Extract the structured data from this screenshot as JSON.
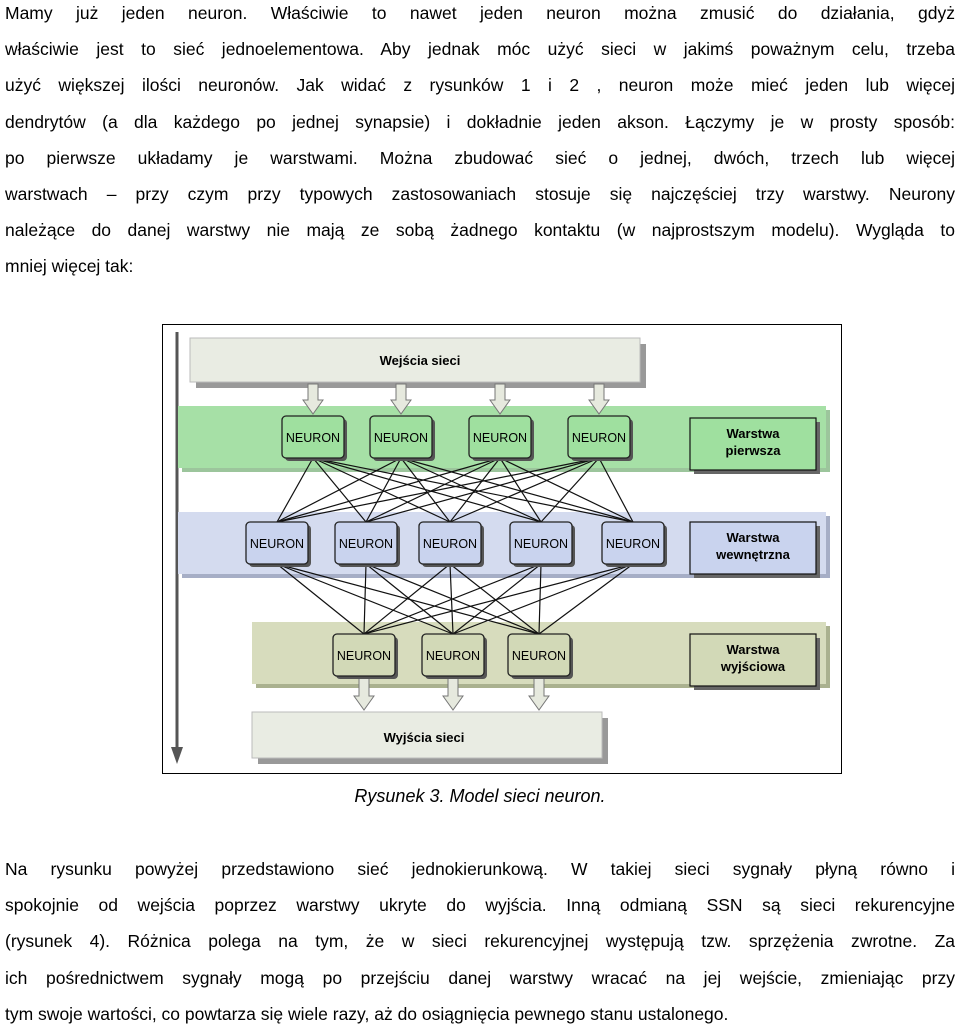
{
  "paragraph1": {
    "lines": [
      "Mamy już jeden neuron. Właściwie to nawet jeden neuron można zmusić do działania, gdyż",
      "właściwie jest to sieć jednoelementowa. Aby jednak móc użyć sieci w jakimś poważnym celu, trzeba",
      "użyć większej ilości neuronów. Jak widać z rysunków 1 i 2 , neuron może mieć jeden lub więcej",
      "dendrytów (a dla każdego po jednej synapsie) i dokładnie jeden akson. Łączymy je w prosty sposób:",
      "po pierwsze układamy je warstwami. Można zbudować sieć o jednej, dwóch, trzech lub więcej",
      "warstwach – przy czym przy typowych zastosowaniach stosuje się najczęściej trzy warstwy. Neurony",
      "należące do danej warstwy nie mają ze sobą żadnego kontaktu (w najprostszym modelu). Wygląda to",
      "mniej więcej tak:"
    ]
  },
  "figure": {
    "inputs_label": "Wejścia sieci",
    "outputs_label": "Wyjścia sieci",
    "layers": [
      {
        "neurons": [
          "NEURON",
          "NEURON",
          "NEURON",
          "NEURON"
        ],
        "label": [
          "Warstwa",
          "pierwsza"
        ],
        "color": "#9fe09f"
      },
      {
        "neurons": [
          "NEURON",
          "NEURON",
          "NEURON",
          "NEURON",
          "NEURON"
        ],
        "label": [
          "Warstwa",
          "wewnętrzna"
        ],
        "color": "#c9d3ee"
      },
      {
        "neurons": [
          "NEURON",
          "NEURON",
          "NEURON"
        ],
        "label": [
          "Warstwa",
          "wyjściowa"
        ],
        "color": "#d2d9b7"
      }
    ],
    "caption": "Rysunek 3. Model sieci neuron."
  },
  "paragraph2": {
    "lines": [
      "Na rysunku powyżej przedstawiono sieć jednokierunkową. W takiej sieci sygnały płyną równo i",
      "spokojnie od wejścia poprzez warstwy ukryte do wyjścia. Inną odmianą SSN są sieci rekurencyjne",
      "(rysunek 4). Różnica polega na tym, że w sieci rekurencyjnej występują tzw. sprzężenia zwrotne. Za",
      "ich pośrednictwem sygnały mogą po przejściu danej warstwy wracać na jej wejście, zmieniając przy",
      "tym swoje wartości, co powtarza się wiele razy, aż do osiągnięcia pewnego stanu ustalonego."
    ]
  }
}
